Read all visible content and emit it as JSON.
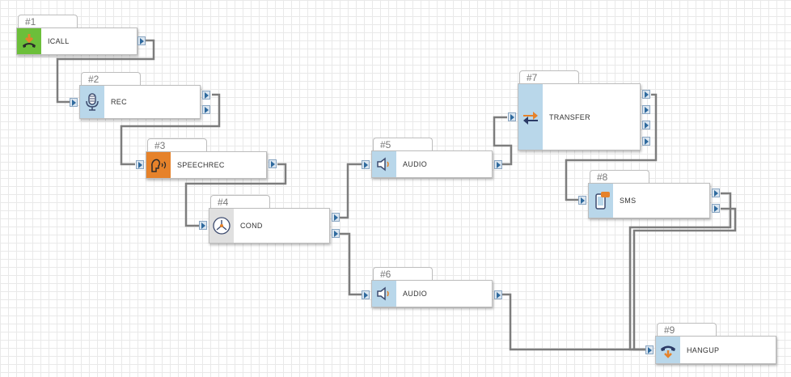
{
  "nodes": [
    {
      "id": "n1",
      "number": "#1",
      "label": "ICALL",
      "icon": "incoming-call-icon",
      "color": "#6cbf3a"
    },
    {
      "id": "n2",
      "number": "#2",
      "label": "REC",
      "icon": "microphone-icon",
      "color": "#b9d7ea"
    },
    {
      "id": "n3",
      "number": "#3",
      "label": "SPEECHREC",
      "icon": "speech-recognition-icon",
      "color": "#e6822a"
    },
    {
      "id": "n4",
      "number": "#4",
      "label": "COND",
      "icon": "condition-icon",
      "color": "#e0e0e0"
    },
    {
      "id": "n5",
      "number": "#5",
      "label": "AUDIO",
      "icon": "speaker-icon",
      "color": "#b9d7ea"
    },
    {
      "id": "n6",
      "number": "#6",
      "label": "AUDIO",
      "icon": "speaker-icon",
      "color": "#b9d7ea"
    },
    {
      "id": "n7",
      "number": "#7",
      "label": "TRANSFER",
      "icon": "transfer-arrows-icon",
      "color": "#b9d7ea"
    },
    {
      "id": "n8",
      "number": "#8",
      "label": "SMS",
      "icon": "sms-phone-icon",
      "color": "#b9d7ea"
    },
    {
      "id": "n9",
      "number": "#9",
      "label": "HANGUP",
      "icon": "hangup-phone-icon",
      "color": "#b9d7ea"
    }
  ],
  "colors": {
    "wire": "#7d7d7d",
    "port_arrow": "#2f6a9e"
  }
}
